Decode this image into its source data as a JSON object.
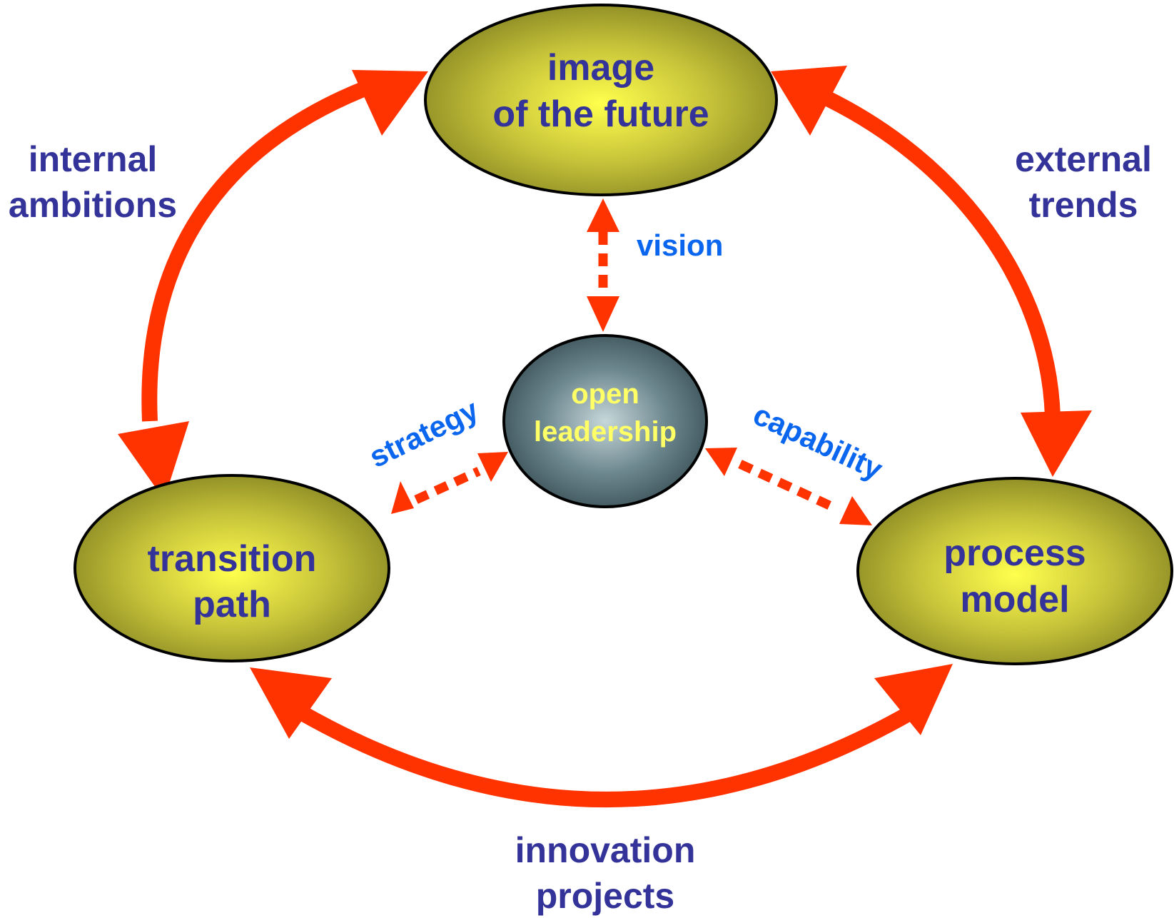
{
  "colors": {
    "arrow": "#ff3300",
    "node_label": "#333399",
    "link_label": "#0a66ee",
    "center_label": "#ffff66"
  },
  "nodes": {
    "future": {
      "line1": "image",
      "line2": "of the future"
    },
    "transition": {
      "line1": "transition",
      "line2": "path"
    },
    "process": {
      "line1": "process",
      "line2": "model"
    },
    "center": {
      "line1": "open",
      "line2": "leadership"
    }
  },
  "cycle_labels": {
    "internal": {
      "line1": "internal",
      "line2": "ambitions"
    },
    "external": {
      "line1": "external",
      "line2": "trends"
    },
    "innovation": {
      "line1": "innovation",
      "line2": "projects"
    }
  },
  "links": {
    "vision": "vision",
    "strategy": "strategy",
    "capability": "capability"
  }
}
